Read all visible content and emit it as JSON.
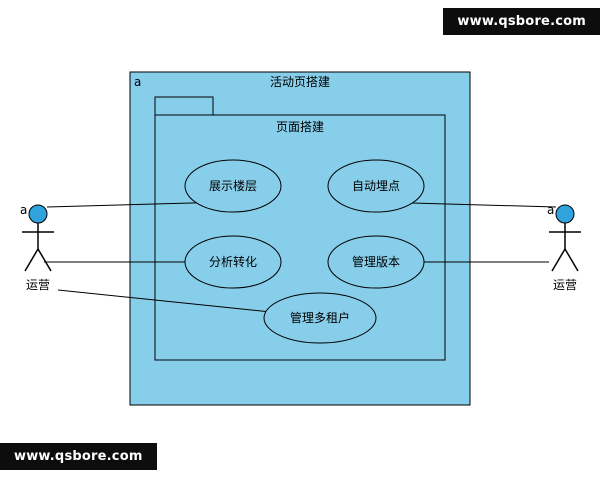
{
  "watermark": {
    "top": "www.qsbore.com",
    "bottom": "www.qsbore.com"
  },
  "system": {
    "tag": "a",
    "title": "活动页搭建"
  },
  "package": {
    "title": "页面搭建"
  },
  "usecases": [
    {
      "label": "展示楼层"
    },
    {
      "label": "自动埋点"
    },
    {
      "label": "分析转化"
    },
    {
      "label": "管理版本"
    },
    {
      "label": "管理多租户"
    }
  ],
  "actors": {
    "left": {
      "tag": "a",
      "label": "运营"
    },
    "right": {
      "tag": "a",
      "label": "运营"
    }
  },
  "colors": {
    "canvas_bg": "#ffffff",
    "shape_fill": "#87CEEB",
    "actor_head": "#30a2dc",
    "stroke": "#000000",
    "watermark_bg": "#0d0d0d",
    "watermark_text": "#ffffff"
  }
}
